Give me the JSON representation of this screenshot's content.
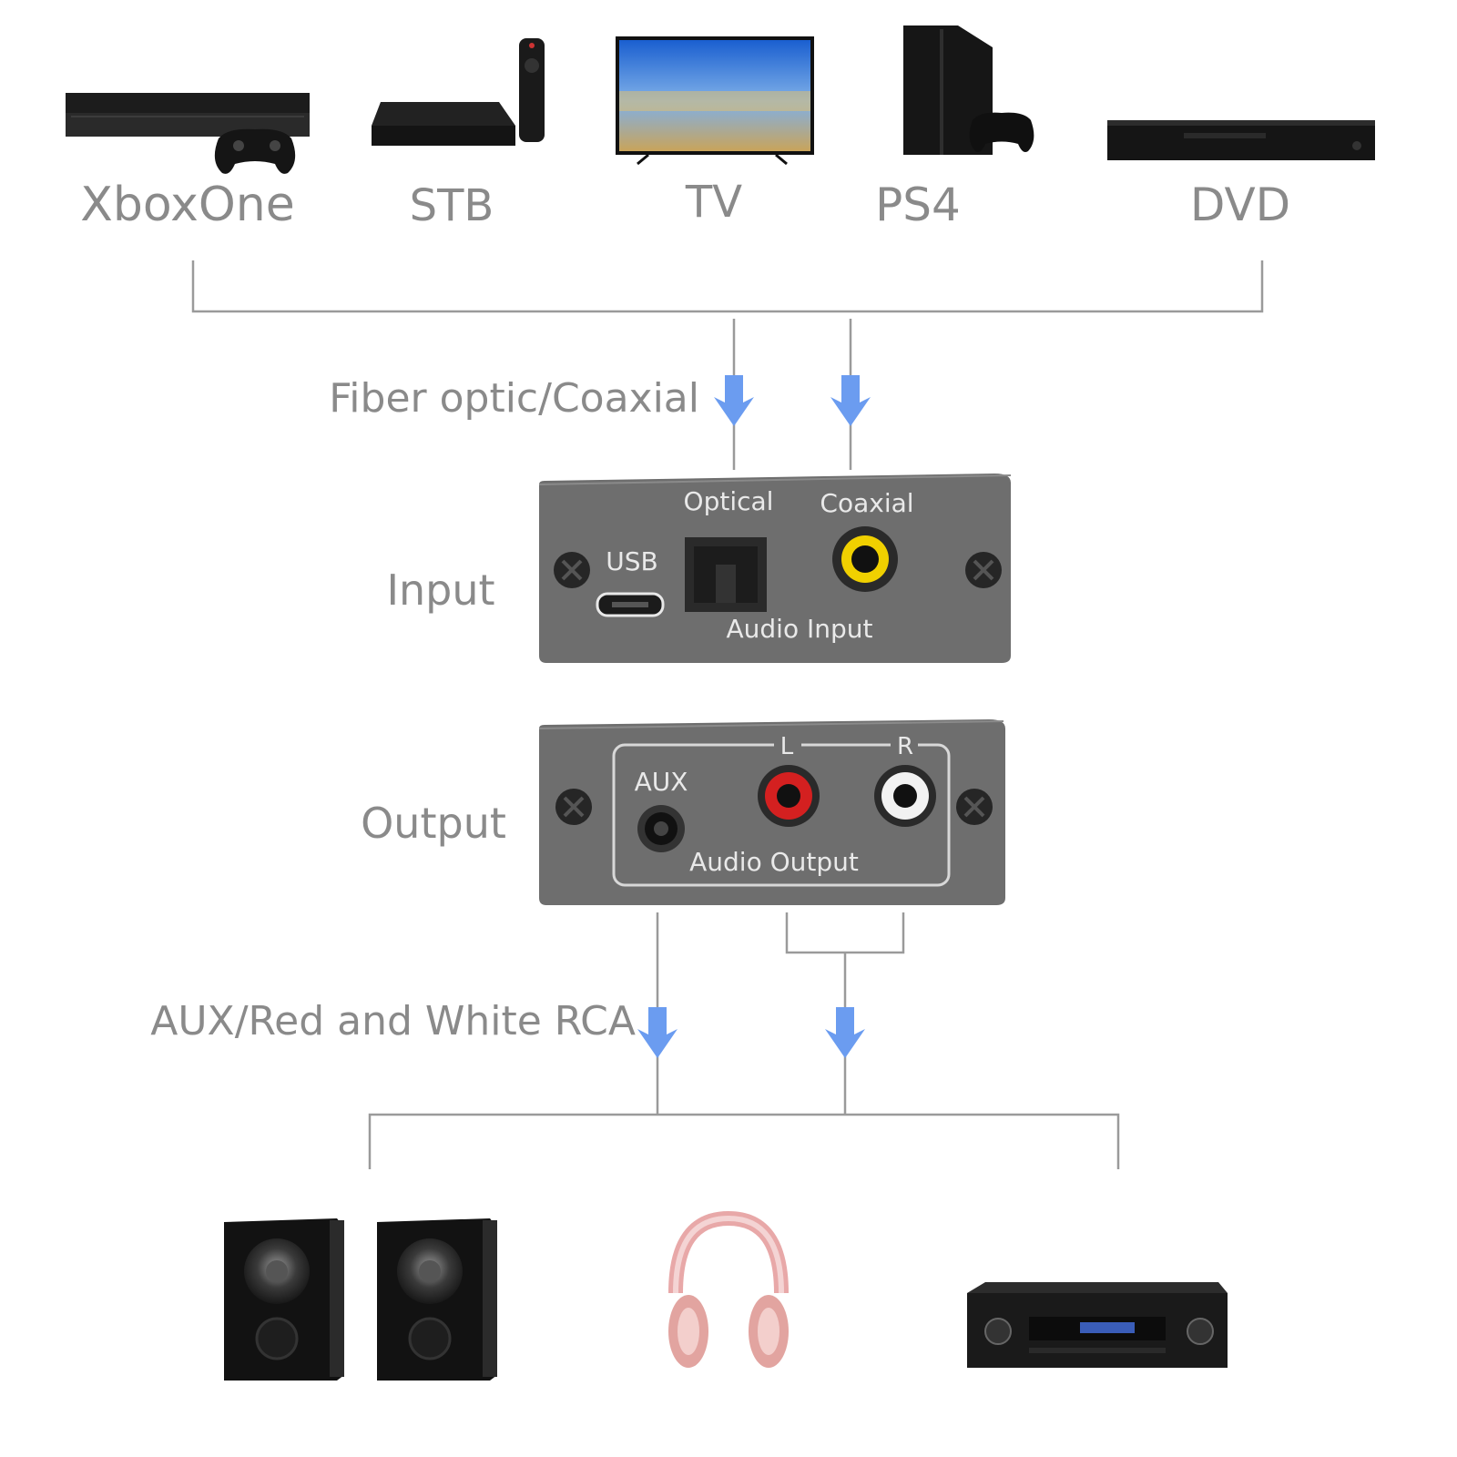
{
  "sources": [
    {
      "id": "xbox",
      "label": "XboxOne",
      "icon": "xbox-console-icon"
    },
    {
      "id": "stb",
      "label": "STB",
      "icon": "set-top-box-icon"
    },
    {
      "id": "tv",
      "label": "TV",
      "icon": "tv-icon"
    },
    {
      "id": "ps4",
      "label": "PS4",
      "icon": "ps4-console-icon"
    },
    {
      "id": "dvd",
      "label": "DVD",
      "icon": "dvd-player-icon"
    }
  ],
  "input_cable_label": "Fiber optic/Coaxial",
  "input": {
    "side_label": "Input",
    "usb_label": "USB",
    "optical_label": "Optical",
    "coaxial_label": "Coaxial",
    "audio_label": "Audio Input"
  },
  "output": {
    "side_label": "Output",
    "aux_label": "AUX",
    "left_label": "L",
    "right_label": "R",
    "audio_label": "Audio Output"
  },
  "output_cable_label": "AUX/Red and White RCA",
  "destinations": [
    {
      "id": "speakers",
      "icon": "speakers-icon"
    },
    {
      "id": "headphones",
      "icon": "headphones-icon"
    },
    {
      "id": "amplifier",
      "icon": "amplifier-icon"
    }
  ],
  "colors": {
    "arrow": "#6b9cf0",
    "panel": "#6e6e6e",
    "label": "#8a8a8a",
    "rca_red": "#d42020",
    "rca_white": "#f2f2f2",
    "coax_yellow": "#f0d000"
  }
}
